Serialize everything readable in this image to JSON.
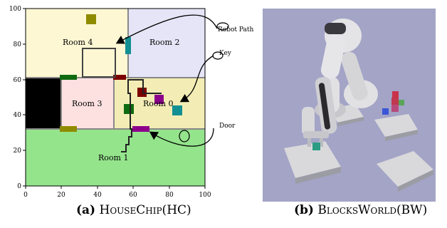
{
  "panel_a": {
    "caption_label": "(a)",
    "caption_text": "HouseChip(HC)",
    "rooms": [
      "Room 4",
      "Room 2",
      "Room 3",
      "Room 0",
      "Room 1"
    ],
    "annotations": {
      "robot_path": "Robot Path",
      "key": "Key",
      "door": "Door"
    },
    "x_ticks": [
      "0",
      "20",
      "40",
      "60",
      "80",
      "100"
    ],
    "y_ticks": [
      "0",
      "20",
      "40",
      "60",
      "80",
      "100"
    ],
    "colors": {
      "room4": "#fdf7d3",
      "room2": "#e5e5f7",
      "room3": "#fde1e1",
      "room0": "#f3edb5",
      "room1": "#94e48c",
      "wall": "#888888",
      "door_olive": "#8f8b00",
      "door_green": "#0f6b0f",
      "door_darkred": "#7c0000",
      "door_purple": "#8c008c",
      "key_teal": "#128f92"
    }
  },
  "panel_b": {
    "caption_label": "(b)",
    "caption_text": "BlocksWorld(BW)",
    "background": "#a3a4c6"
  }
}
